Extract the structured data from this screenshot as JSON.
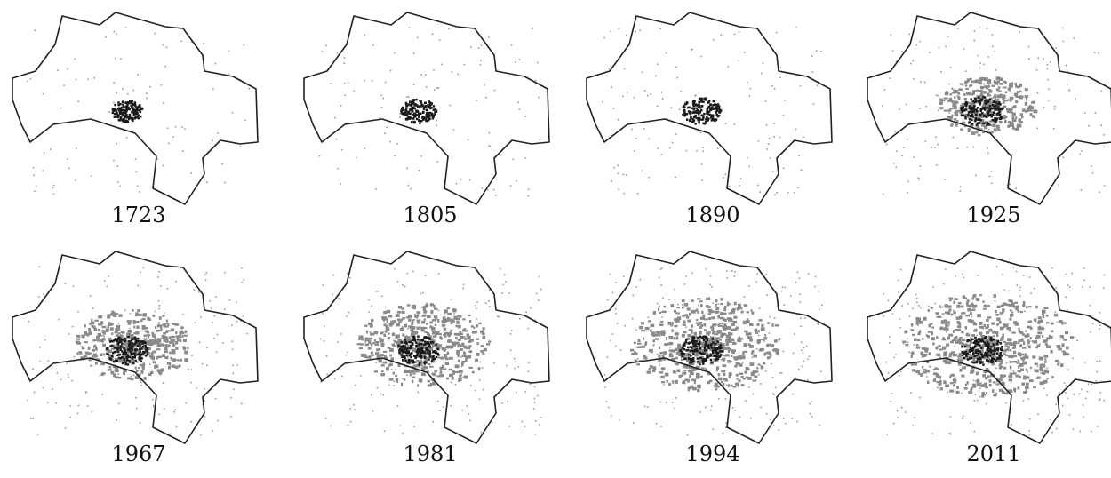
{
  "panels": [
    {
      "year": "1723",
      "stage": 0
    },
    {
      "year": "1805",
      "stage": 1
    },
    {
      "year": "1890",
      "stage": 2
    },
    {
      "year": "1925",
      "stage": 3
    },
    {
      "year": "1967",
      "stage": 4
    },
    {
      "year": "1981",
      "stage": 5
    },
    {
      "year": "1994",
      "stage": 6
    },
    {
      "year": "2011",
      "stage": 7
    }
  ],
  "colors": {
    "boundary": "#222222",
    "core": "#1a1a1a",
    "sprawl": "#8a8a8a",
    "dots": "#9a9a9a"
  }
}
